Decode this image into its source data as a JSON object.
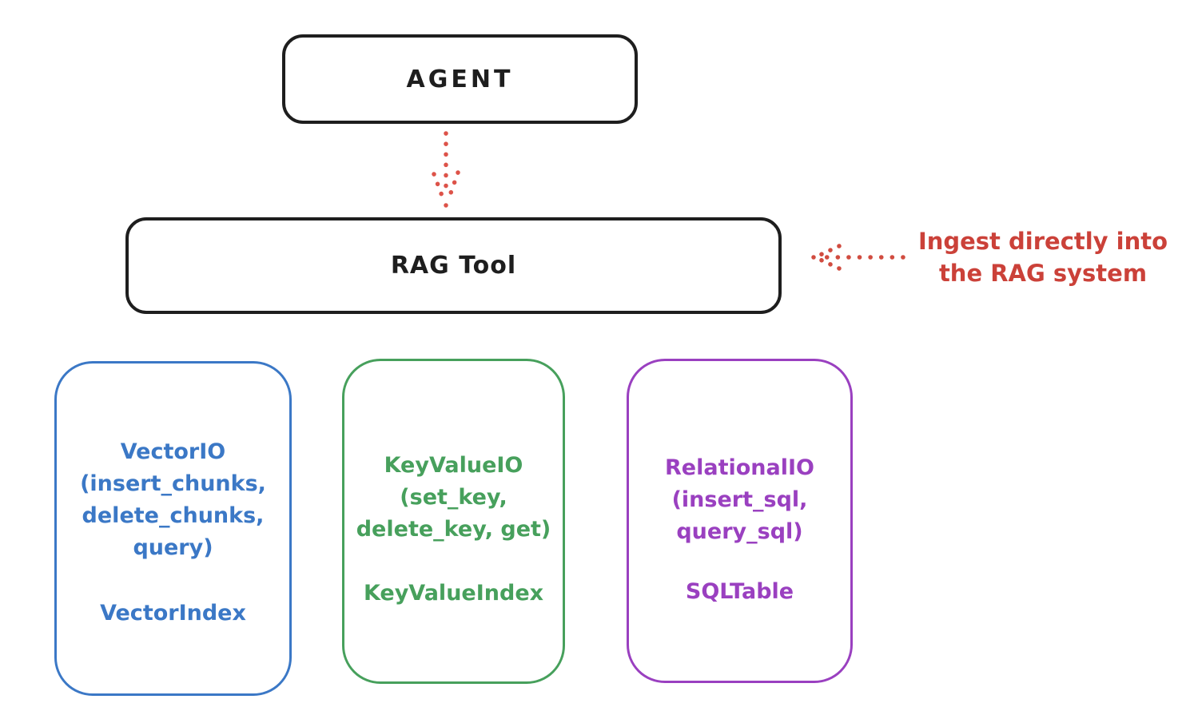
{
  "diagram": {
    "agent": {
      "label": "AGENT"
    },
    "rag_tool": {
      "label": "RAG Tool"
    },
    "connector": {
      "from": "AGENT",
      "to": "RAG Tool",
      "style": "dotted",
      "color": "#dd5349"
    },
    "annotation": {
      "text_line1": "Ingest directly into",
      "text_line2": "the RAG system",
      "color": "#cb4139",
      "arrow_style": "dotted",
      "arrow_points_to": "RAG Tool"
    },
    "backends": [
      {
        "name": "vector-io",
        "accent_color": "#3b78c6",
        "io_lines": [
          "VectorIO",
          "(insert_chunks,",
          "delete_chunks,",
          "query)"
        ],
        "index_label": "VectorIndex"
      },
      {
        "name": "keyvalue-io",
        "accent_color": "#47a05c",
        "io_lines": [
          "KeyValueIO",
          "(set_key,",
          "delete_key, get)"
        ],
        "index_label": "KeyValueIndex"
      },
      {
        "name": "relational-io",
        "accent_color": "#9a40c0",
        "io_lines": [
          "RelationalIO",
          "(insert_sql,",
          "query_sql)"
        ],
        "index_label": "SQLTable"
      }
    ],
    "colors": {
      "outline_black": "#1e1e1e",
      "red": "#cb4139",
      "arrow_red": "#dd5349",
      "background": "#ffffff"
    }
  }
}
